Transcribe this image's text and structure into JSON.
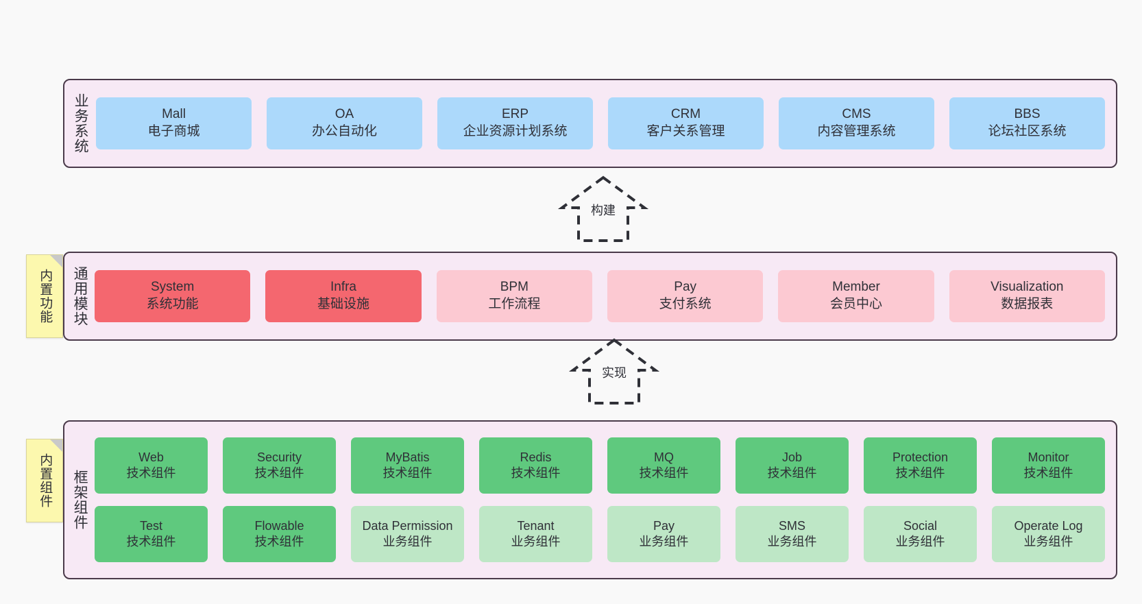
{
  "diagram": {
    "title_hidden": "",
    "colors": {
      "canvas_bg": "#f9f9f9",
      "panel_bg": "#f7e9f5",
      "panel_border": "#4a3a4a",
      "blue": "#ACD9FB",
      "red": "#F4676F",
      "pink": "#FCC9D2",
      "green": "#5FC97E",
      "light_green": "#BEE7C6",
      "note_yellow": "#FCF8AE",
      "text": "#2f3037"
    }
  },
  "layers": {
    "business": {
      "title": "业务系统",
      "items": [
        {
          "name": "Mall",
          "desc": "电子商城",
          "color": "blue"
        },
        {
          "name": "OA",
          "desc": "办公自动化",
          "color": "blue"
        },
        {
          "name": "ERP",
          "desc": "企业资源计划系统",
          "color": "blue"
        },
        {
          "name": "CRM",
          "desc": "客户关系管理",
          "color": "blue"
        },
        {
          "name": "CMS",
          "desc": "内容管理系统",
          "color": "blue"
        },
        {
          "name": "BBS",
          "desc": "论坛社区系统",
          "color": "blue"
        }
      ]
    },
    "modules": {
      "title": "通用模块",
      "note": "内置功能",
      "items": [
        {
          "name": "System",
          "desc": "系统功能",
          "color": "red"
        },
        {
          "name": "Infra",
          "desc": "基础设施",
          "color": "red"
        },
        {
          "name": "BPM",
          "desc": "工作流程",
          "color": "pink"
        },
        {
          "name": "Pay",
          "desc": "支付系统",
          "color": "pink"
        },
        {
          "name": "Member",
          "desc": "会员中心",
          "color": "pink"
        },
        {
          "name": "Visualization",
          "desc": "数据报表",
          "color": "pink"
        }
      ]
    },
    "framework": {
      "title": "框架组件",
      "note": "内置组件",
      "row1": [
        {
          "name": "Web",
          "desc": "技术组件",
          "color": "green"
        },
        {
          "name": "Security",
          "desc": "技术组件",
          "color": "green"
        },
        {
          "name": "MyBatis",
          "desc": "技术组件",
          "color": "green"
        },
        {
          "name": "Redis",
          "desc": "技术组件",
          "color": "green"
        },
        {
          "name": "MQ",
          "desc": "技术组件",
          "color": "green"
        },
        {
          "name": "Job",
          "desc": "技术组件",
          "color": "green"
        },
        {
          "name": "Protection",
          "desc": "技术组件",
          "color": "green"
        },
        {
          "name": "Monitor",
          "desc": "技术组件",
          "color": "green"
        }
      ],
      "row2": [
        {
          "name": "Test",
          "desc": "技术组件",
          "color": "green"
        },
        {
          "name": "Flowable",
          "desc": "技术组件",
          "color": "green"
        },
        {
          "name": "Data Permission",
          "desc": "业务组件",
          "color": "light_green",
          "wrap": true
        },
        {
          "name": "Tenant",
          "desc": "业务组件",
          "color": "light_green"
        },
        {
          "name": "Pay",
          "desc": "业务组件",
          "color": "light_green"
        },
        {
          "name": "SMS",
          "desc": "业务组件",
          "color": "light_green"
        },
        {
          "name": "Social",
          "desc": "业务组件",
          "color": "light_green"
        },
        {
          "name": "Operate Log",
          "desc": "业务组件",
          "color": "light_green"
        }
      ]
    }
  },
  "connectors": [
    {
      "id": "build",
      "label": "构建",
      "style": "dashed-generalization",
      "from": "modules",
      "to": "business"
    },
    {
      "id": "impl",
      "label": "实现",
      "style": "dashed-generalization",
      "from": "framework",
      "to": "modules"
    }
  ]
}
